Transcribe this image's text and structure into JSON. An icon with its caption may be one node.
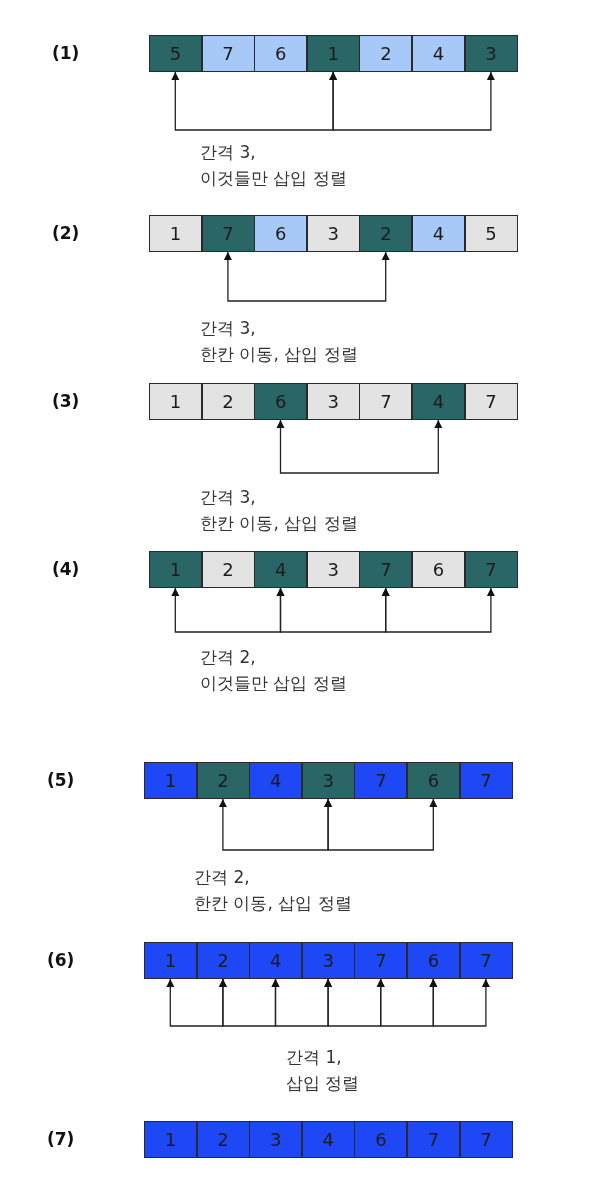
{
  "diagram": {
    "nodes": [
      {
        "text": [
          "5"
        ]
      },
      {
        "text": [
          "7"
        ]
      },
      {
        "text": [
          "6"
        ]
      },
      {
        "text": [
          "1"
        ]
      },
      {
        "text": [
          "2"
        ]
      },
      {
        "text": [
          "4"
        ]
      },
      {
        "text": [
          "3"
        ]
      },
      {
        "text": [
          "1"
        ]
      },
      {
        "text": [
          "7"
        ]
      },
      {
        "text": [
          "6"
        ]
      },
      {
        "text": [
          "3"
        ]
      },
      {
        "text": [
          "2"
        ]
      },
      {
        "text": [
          "4"
        ]
      },
      {
        "text": [
          "5"
        ]
      },
      {
        "text": [
          "1"
        ]
      },
      {
        "text": [
          "2"
        ]
      },
      {
        "text": [
          "6"
        ]
      },
      {
        "text": [
          "3"
        ]
      },
      {
        "text": [
          "7"
        ]
      },
      {
        "text": [
          "4"
        ]
      },
      {
        "text": [
          "7"
        ]
      },
      {
        "text": [
          "1"
        ]
      },
      {
        "text": [
          "2"
        ]
      },
      {
        "text": [
          "4"
        ]
      },
      {
        "text": [
          "3"
        ]
      },
      {
        "text": [
          "7"
        ]
      },
      {
        "text": [
          "6"
        ]
      },
      {
        "text": [
          "7"
        ]
      },
      {
        "text": [
          "1"
        ]
      },
      {
        "text": [
          "2"
        ]
      },
      {
        "text": [
          "4"
        ]
      },
      {
        "text": [
          "3"
        ]
      },
      {
        "text": [
          "7"
        ]
      },
      {
        "text": [
          "6"
        ]
      },
      {
        "text": [
          "7"
        ]
      },
      {
        "text": [
          "1"
        ]
      },
      {
        "text": [
          "2"
        ]
      },
      {
        "text": [
          "4"
        ]
      },
      {
        "text": [
          "3"
        ]
      },
      {
        "text": [
          "7"
        ]
      },
      {
        "text": [
          "6"
        ]
      },
      {
        "text": [
          "7"
        ]
      },
      {
        "text": [
          "1"
        ]
      },
      {
        "text": [
          "2"
        ]
      },
      {
        "text": [
          "3"
        ]
      },
      {
        "text": [
          "4"
        ]
      },
      {
        "text": [
          "6"
        ]
      },
      {
        "text": [
          "7"
        ]
      },
      {
        "text": [
          "7"
        ]
      }
    ],
    "edges": [
      {
        "from": 0,
        "to": 3,
        "arrow": "both"
      },
      {
        "from": 3,
        "to": 6,
        "arrow": "both"
      },
      {
        "from": 8,
        "to": 11,
        "arrow": "both"
      },
      {
        "from": 16,
        "to": 19,
        "arrow": "both"
      },
      {
        "from": 21,
        "to": 23,
        "arrow": "both"
      },
      {
        "from": 23,
        "to": 25,
        "arrow": "both"
      },
      {
        "from": 25,
        "to": 27,
        "arrow": "both"
      },
      {
        "from": 29,
        "to": 31,
        "arrow": "both"
      },
      {
        "from": 31,
        "to": 33,
        "arrow": "both"
      },
      {
        "from": 35,
        "to": 36,
        "arrow": "both"
      },
      {
        "from": 36,
        "to": 37,
        "arrow": "both"
      },
      {
        "from": 37,
        "to": 38,
        "arrow": "both"
      },
      {
        "from": 38,
        "to": 39,
        "arrow": "both"
      },
      {
        "from": 39,
        "to": 40,
        "arrow": "both"
      },
      {
        "from": 40,
        "to": 41,
        "arrow": "both"
      }
    ],
    "labels": [
      "(1)",
      "간격 3,",
      "이것들만 삽입 정렬",
      "(2)",
      "간격 3,",
      "한칸 이동, 삽입 정렬",
      "(3)",
      "간격 3,",
      "한칸 이동, 삽입 정렬",
      "(4)",
      "간격 2,",
      "이것들만 삽입 정렬",
      "(5)",
      "간격 2,",
      "한칸 이동, 삽입 정렬",
      "(6)",
      "간격 1,",
      "삽입 정렬",
      "(7)"
    ]
  }
}
